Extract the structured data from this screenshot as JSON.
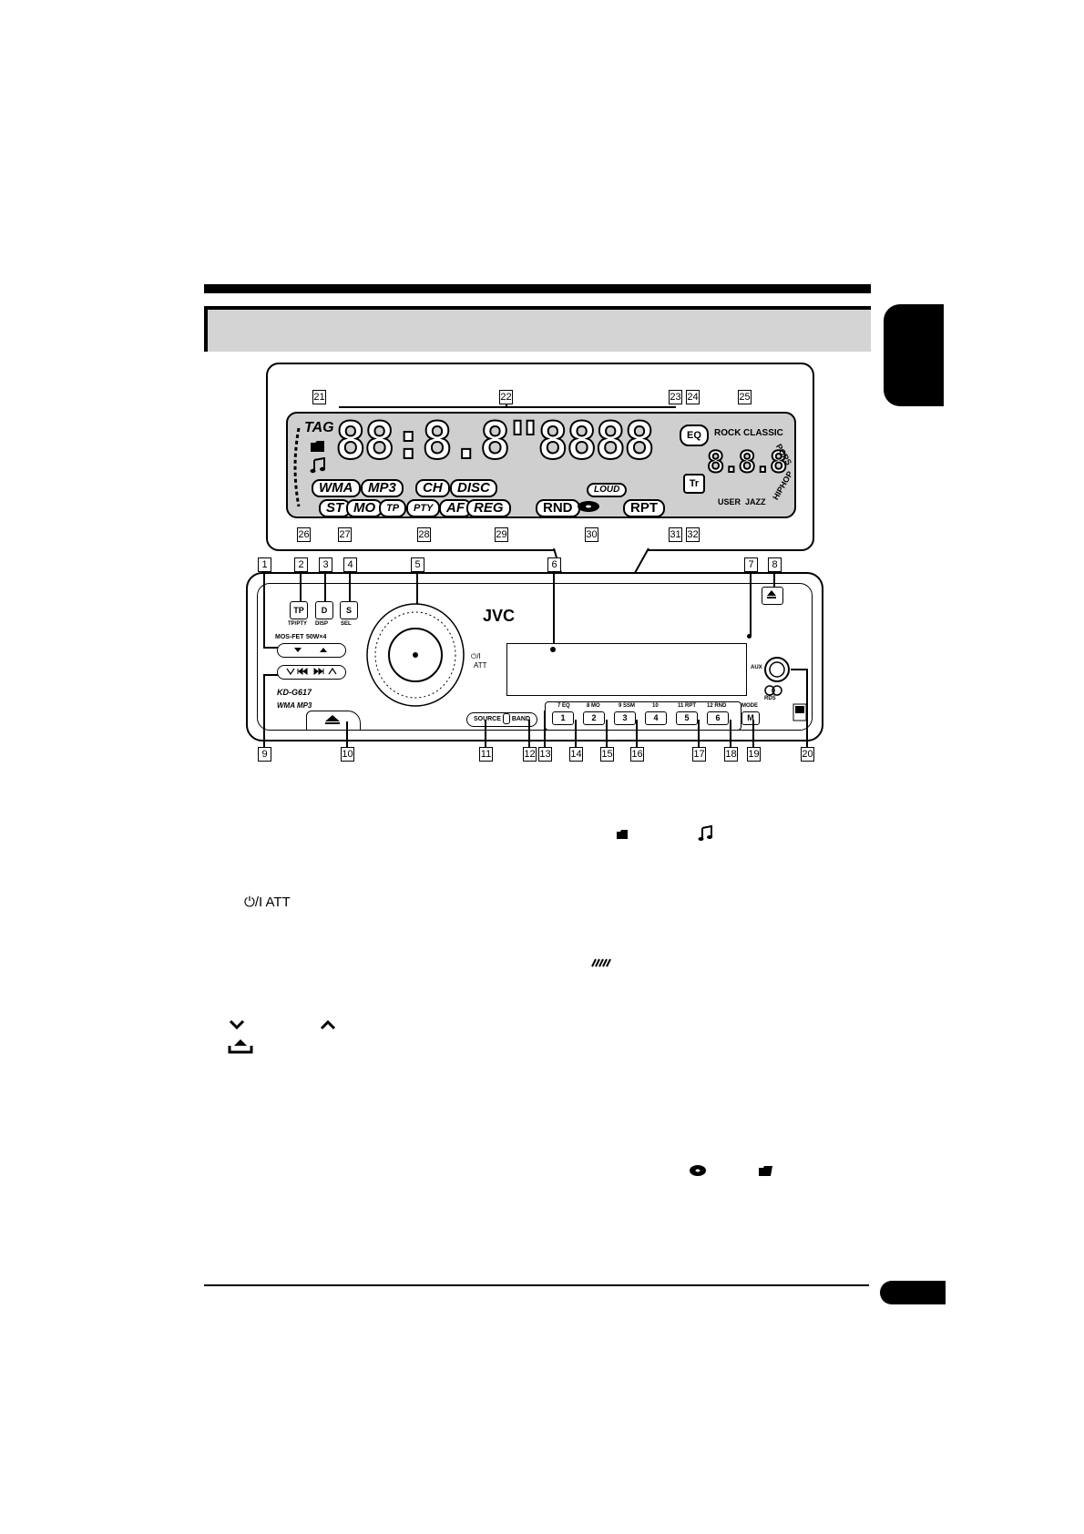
{
  "lcd": {
    "icon_tag": "TAG",
    "segments": "88:8.8\"8888",
    "segments_small": "8.8.8",
    "eq_label": "EQ",
    "eq_modes": {
      "rock": "ROCK",
      "classic": "CLASSIC",
      "pops": "POPS",
      "hiphop": "HIPHOP",
      "user": "USER",
      "jazz": "JAZZ"
    },
    "tr_label": "Tr",
    "wma": "WMA",
    "mp3": "MP3",
    "ch": "CH",
    "disc": "DISC",
    "loud": "LOUD",
    "rnd": "RND",
    "rpt": "RPT",
    "st": "ST",
    "mo": "MO",
    "tp": "TP",
    "pty": "PTY",
    "af": "AF",
    "reg": "REG"
  },
  "unit": {
    "brand": "JVC",
    "model": "KD-G617",
    "formats": "WMA MP3",
    "mosfet": "MOS-FET",
    "power": "50W×4",
    "tp_button": "TP",
    "tp_sub": "TP/PTY",
    "d_button": "D",
    "d_sub": "DISP",
    "s_button": "S",
    "s_sub": "SEL",
    "att_label": "ATT",
    "power_sym": "⏻/I",
    "aux": "AUX",
    "rds": "RDS",
    "source_label": "SOURCE",
    "band_label": "BAND",
    "mode_label": "MODE",
    "m_button": "M",
    "presets": [
      "1",
      "2",
      "3",
      "4",
      "5",
      "6"
    ],
    "preset_tops": [
      "7 EQ",
      "8 MO",
      "9 SSM",
      "10",
      "11 RPT",
      "12 RND"
    ]
  },
  "callouts": [
    "1",
    "2",
    "3",
    "4",
    "5",
    "6",
    "7",
    "8",
    "9",
    "10",
    "11",
    "12",
    "13",
    "14",
    "15",
    "16",
    "17",
    "18",
    "19",
    "20",
    "21",
    "22",
    "23",
    "24",
    "25",
    "26",
    "27",
    "28",
    "29",
    "30",
    "31",
    "32"
  ],
  "body": {
    "power_att_text": "⏻/I ATT"
  }
}
